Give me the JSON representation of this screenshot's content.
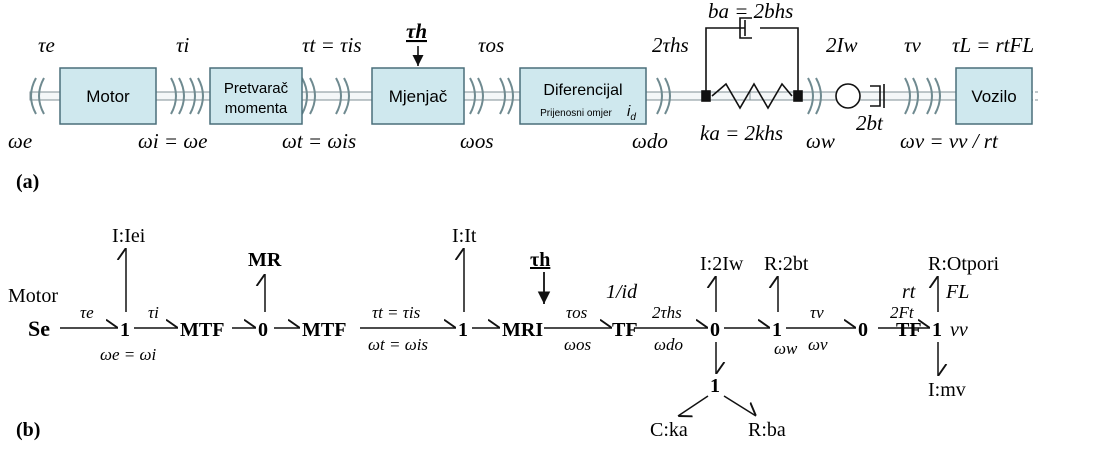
{
  "panel_a": {
    "label": "(a)",
    "blocks": {
      "motor": "Motor",
      "converter_line1": "Pretvarač",
      "converter_line2": "momenta",
      "gearbox": "Mjenjač",
      "differential_line1": "Diferencijal",
      "differential_sub": "Prijenosni omjer",
      "differential_sym": "i",
      "differential_sub2": "d",
      "vehicle": "Vozilo"
    },
    "torque_labels": [
      "τe",
      "τi",
      "τt = τis",
      "τh",
      "τos",
      "2τhs",
      "2Iw",
      "τv",
      "τL = rtFL"
    ],
    "speed_labels": [
      "ωe",
      "ωi = ωe",
      "ωt = ωis",
      "ωos",
      "ωdo",
      "ka = 2khs",
      "ωw",
      "2bt",
      "ωv = vv / rt"
    ],
    "damper_label": "ba = 2bhs"
  },
  "panel_b": {
    "label": "(b)",
    "source_title": "Motor",
    "elements": [
      "Se",
      "1",
      "MTF",
      "0",
      "MTF",
      "1",
      "MRI",
      "TF",
      "0",
      "1",
      "0",
      "TF",
      "1"
    ],
    "attachments": [
      "I:Iei",
      "MR",
      "I:It",
      "τh",
      "1/id",
      "I:2Iw",
      "R:2bt",
      "rt",
      "R:Otpori",
      "FL",
      "vv",
      "I:mv",
      "1",
      "C:ka",
      "R:ba"
    ],
    "bond_labels": [
      "τe",
      "ωe = ωi",
      "τi",
      "τt = τis",
      "ωt = ωis",
      "τos",
      "ωos",
      "2τhs",
      "ωdo",
      "ωw",
      "τv",
      "ωv",
      "2Ft"
    ]
  },
  "colors": {
    "block_fill": "#cfe8ee",
    "block_stroke": "#4a6f7a",
    "line": "#111111"
  }
}
